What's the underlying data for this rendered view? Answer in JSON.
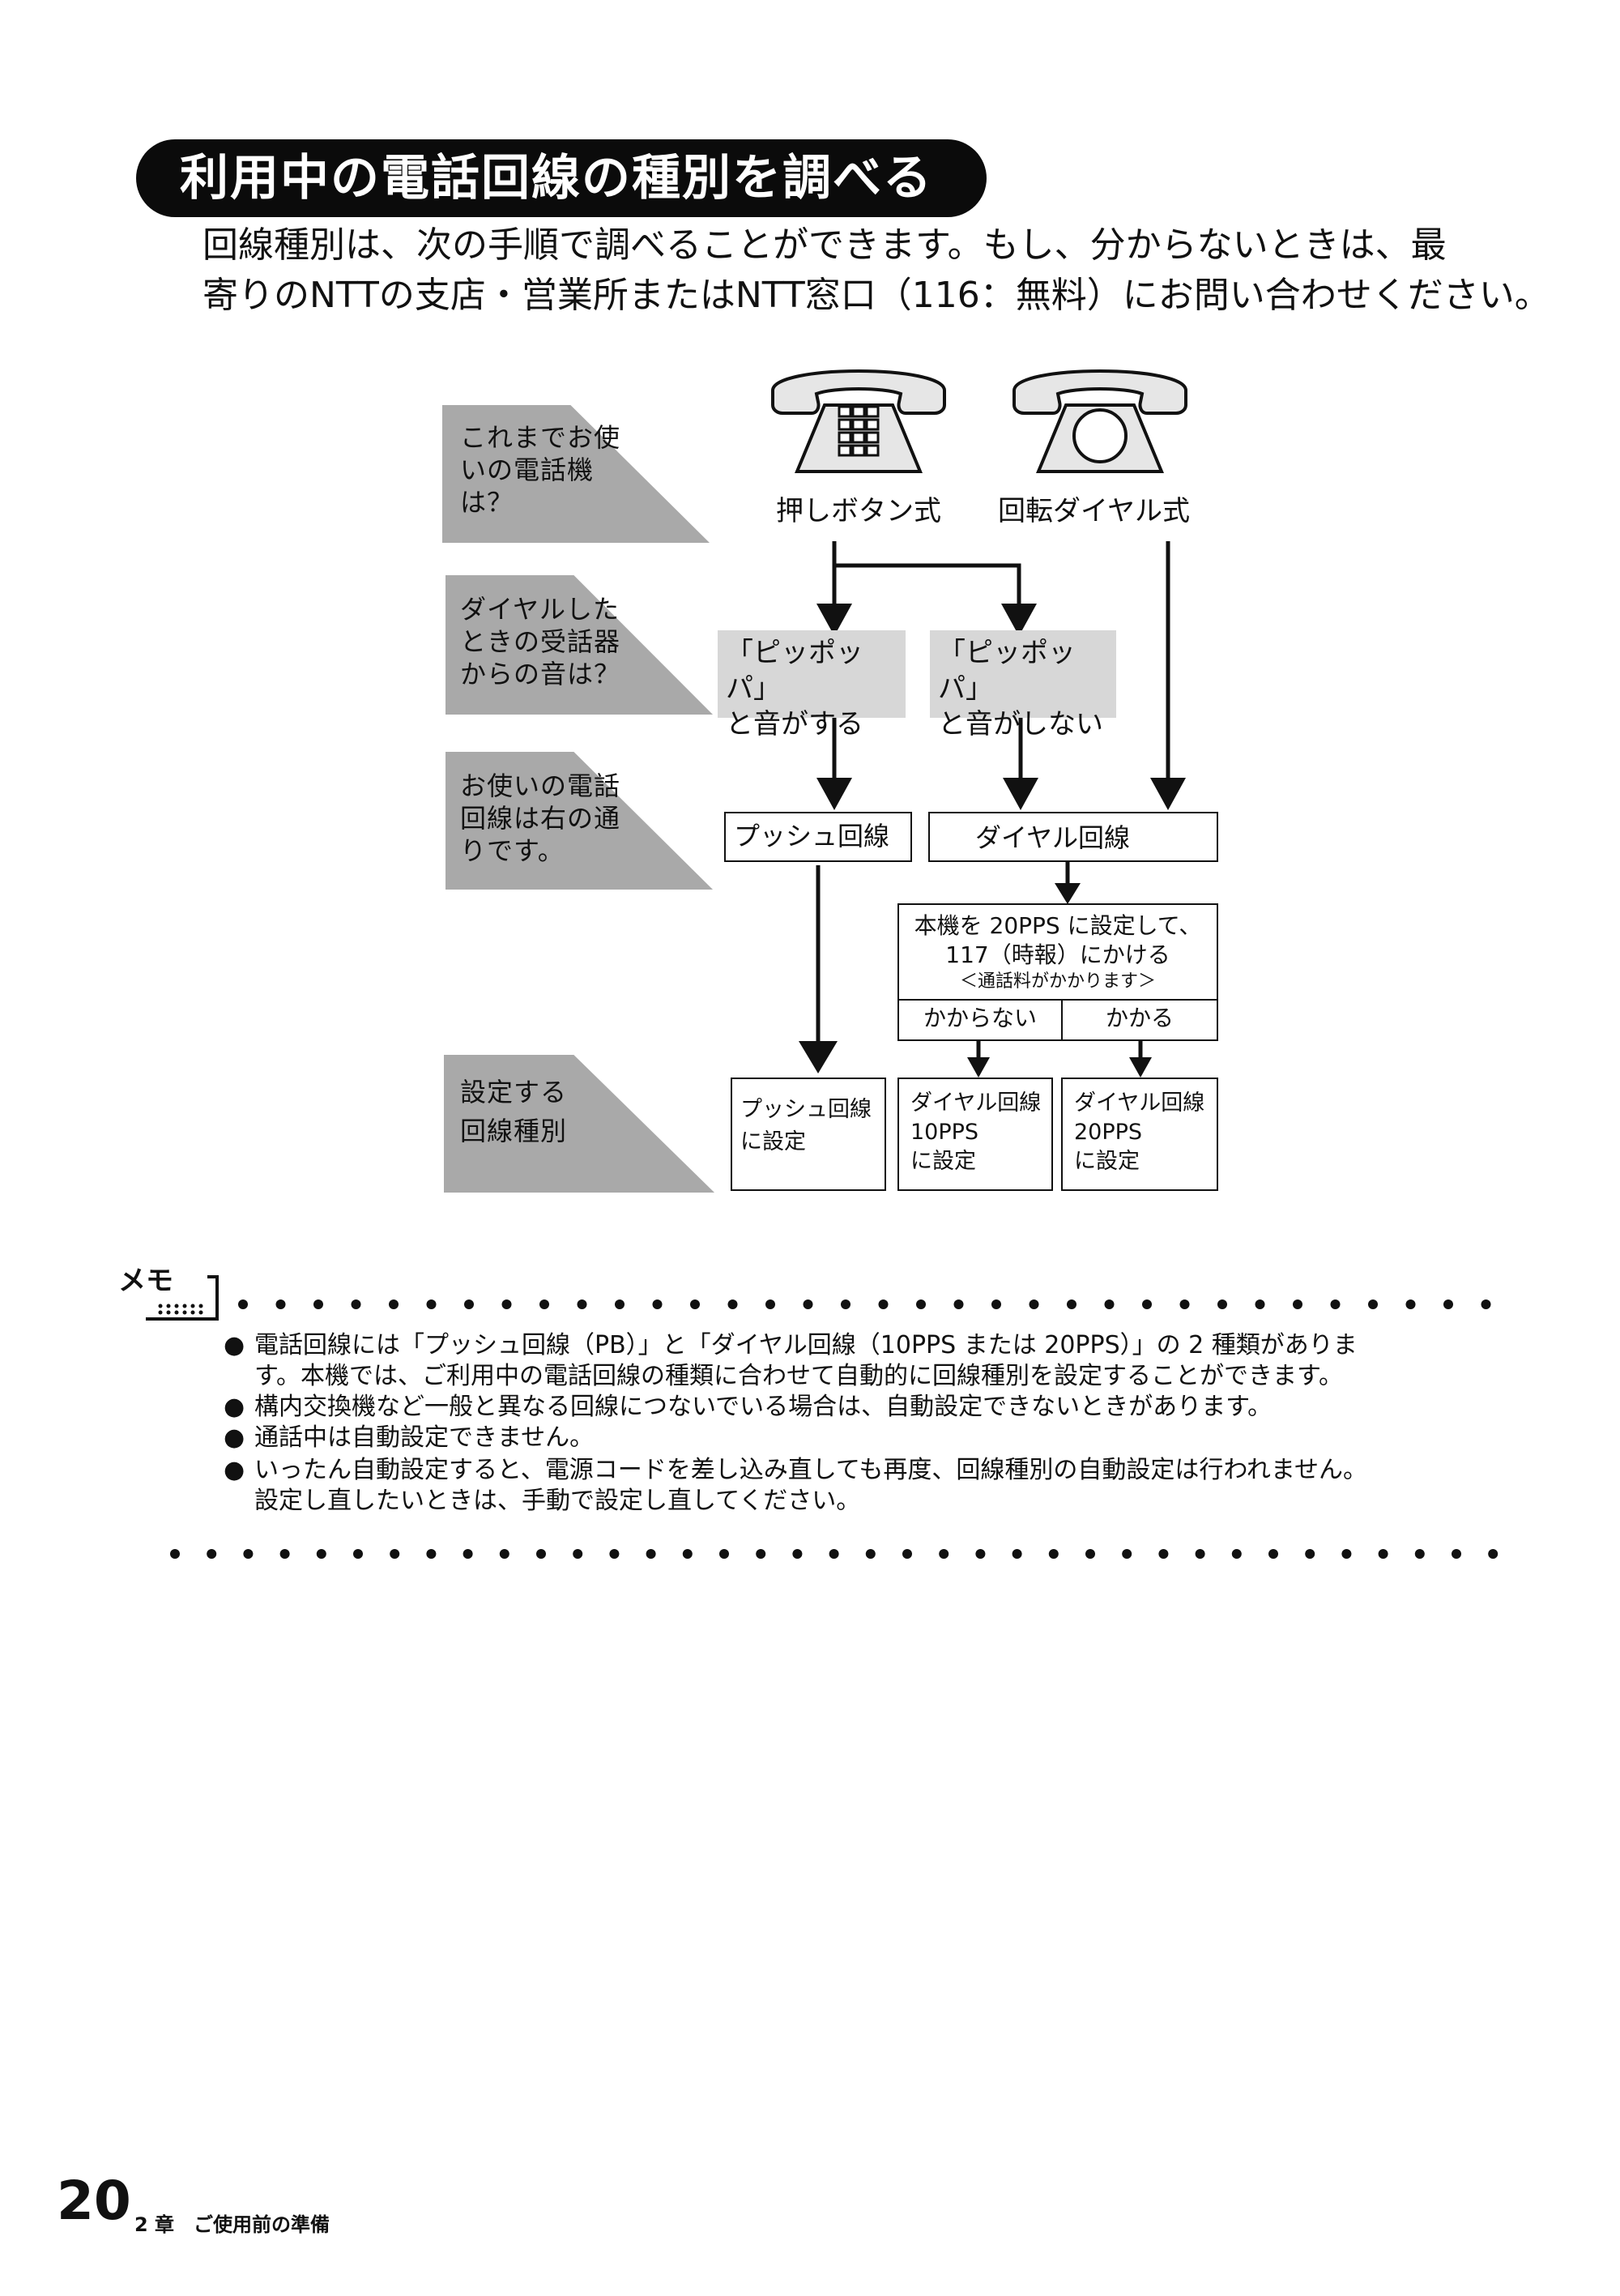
{
  "title": "利用中の電話回線の種別を調べる",
  "intro": {
    "line1": "回線種別は、次の手順で調べることができます。もし、分からないときは、最",
    "line2": "寄りのNTTの支店・営業所またはNTT窓口（116：無料）にお問い合わせください。"
  },
  "flow": {
    "q1": "これまでお使\nいの電話機\nは？",
    "q2": "ダイヤルした\nときの受話器\nからの音は？",
    "q3": "お使いの電話\n回線は右の通\nりです。",
    "q4": "設定する\n回線種別",
    "phone_push": "押しボタン式",
    "phone_rotary": "回転ダイヤル式",
    "sound_yes": "「ピッポッパ」\nと音がする",
    "sound_no": "「ピッポッパ」\nと音がしない",
    "line_push": "プッシュ回線",
    "line_dial": "ダイヤル回線",
    "test_line1": "本機を 20PPS に設定して、",
    "test_line2": "117（時報）にかける",
    "test_line3": "＜通話料がかかります＞",
    "test_fail": "かからない",
    "test_ok": "かかる",
    "set_push": "プッシュ回線\nに設定",
    "set_10pps": "ダイヤル回線\n10PPS\nに設定",
    "set_20pps": "ダイヤル回線\n20PPS\nに設定"
  },
  "memo": {
    "label": "メモ",
    "items": [
      {
        "l1": "電話回線には「プッシュ回線（PB）」と「ダイヤル回線（10PPS または 20PPS）」の 2 種類がありま",
        "l2": "す。本機では、ご利用中の電話回線の種類に合わせて自動的に回線種別を設定することができます。"
      },
      {
        "l1": "構内交換機など一般と異なる回線につないでいる場合は、自動設定できないときがあります。",
        "l2": ""
      },
      {
        "l1": "通話中は自動設定できません。",
        "l2": ""
      },
      {
        "l1": "いったん自動設定すると、電源コードを差し込み直しても再度、回線種別の自動設定は行われません。",
        "l2": "設定し直したいときは、手動で設定し直してください。"
      }
    ]
  },
  "footer": {
    "page_number": "20",
    "chapter": "2 章　ご使用前の準備"
  }
}
